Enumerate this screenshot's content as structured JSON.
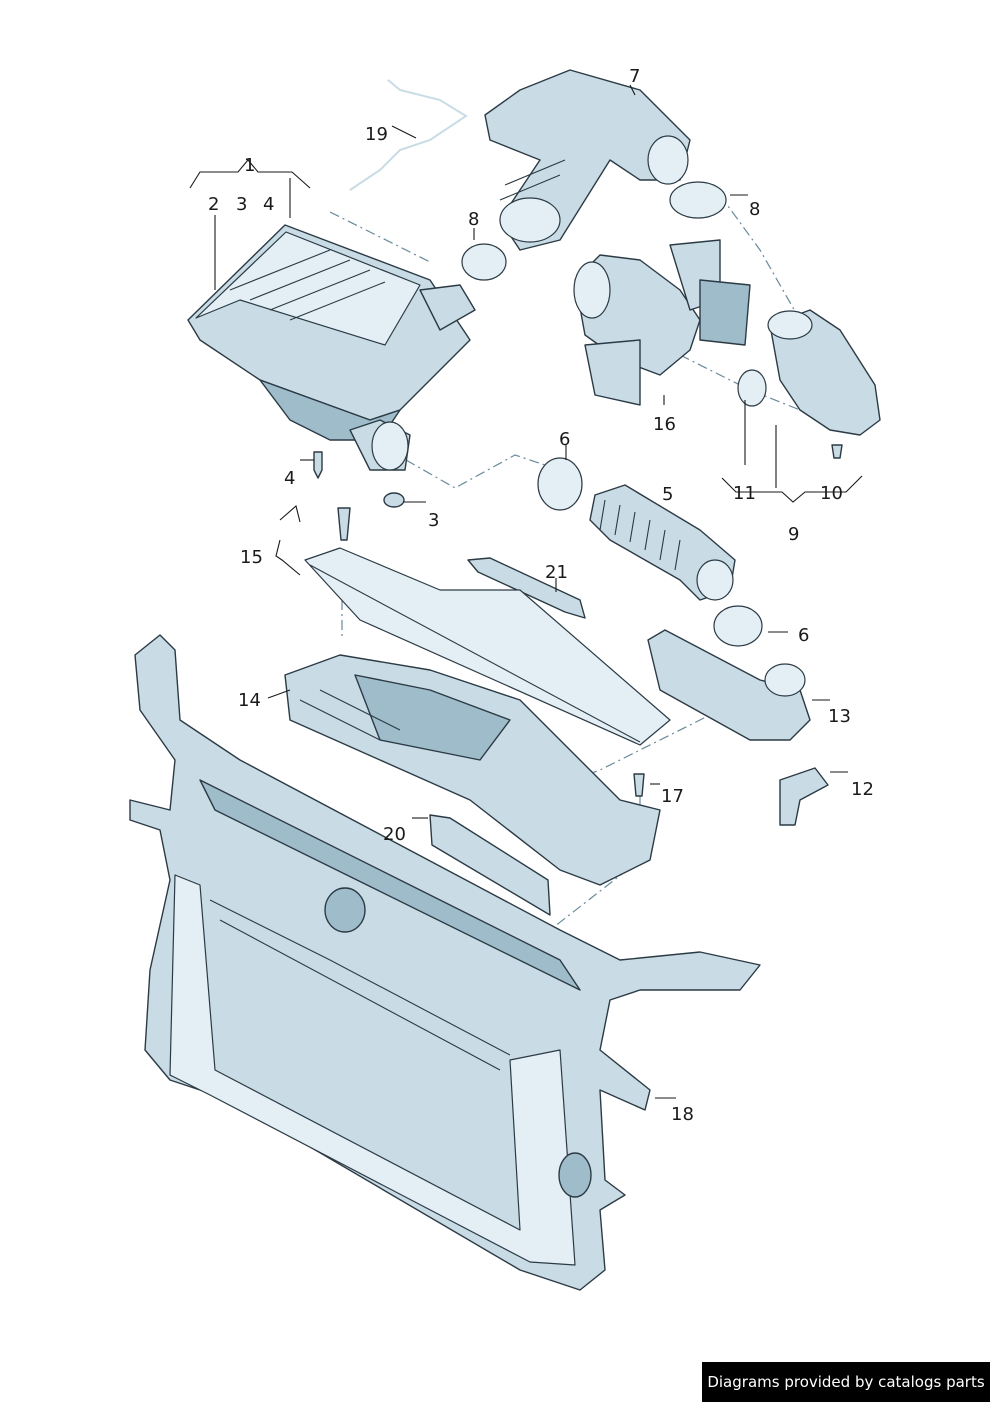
{
  "callouts": {
    "c1": "1",
    "c2": "2",
    "c3a": "3",
    "c4a": "4",
    "c4b": "4",
    "c3b": "3",
    "c5": "5",
    "c6a": "6",
    "c6b": "6",
    "c7": "7",
    "c8a": "8",
    "c8b": "8",
    "c9": "9",
    "c10": "10",
    "c11": "11",
    "c12": "12",
    "c13": "13",
    "c14": "14",
    "c15": "15",
    "c16": "16",
    "c17": "17",
    "c18": "18",
    "c19": "19",
    "c20": "20",
    "c21": "21"
  },
  "credit": "Diagrams provided by catalogs parts",
  "colors": {
    "part_fill": "#c9dce6",
    "part_shadow": "#9fbccb",
    "line": "#2b3a44",
    "leader_dash": "#6a8a9a"
  }
}
